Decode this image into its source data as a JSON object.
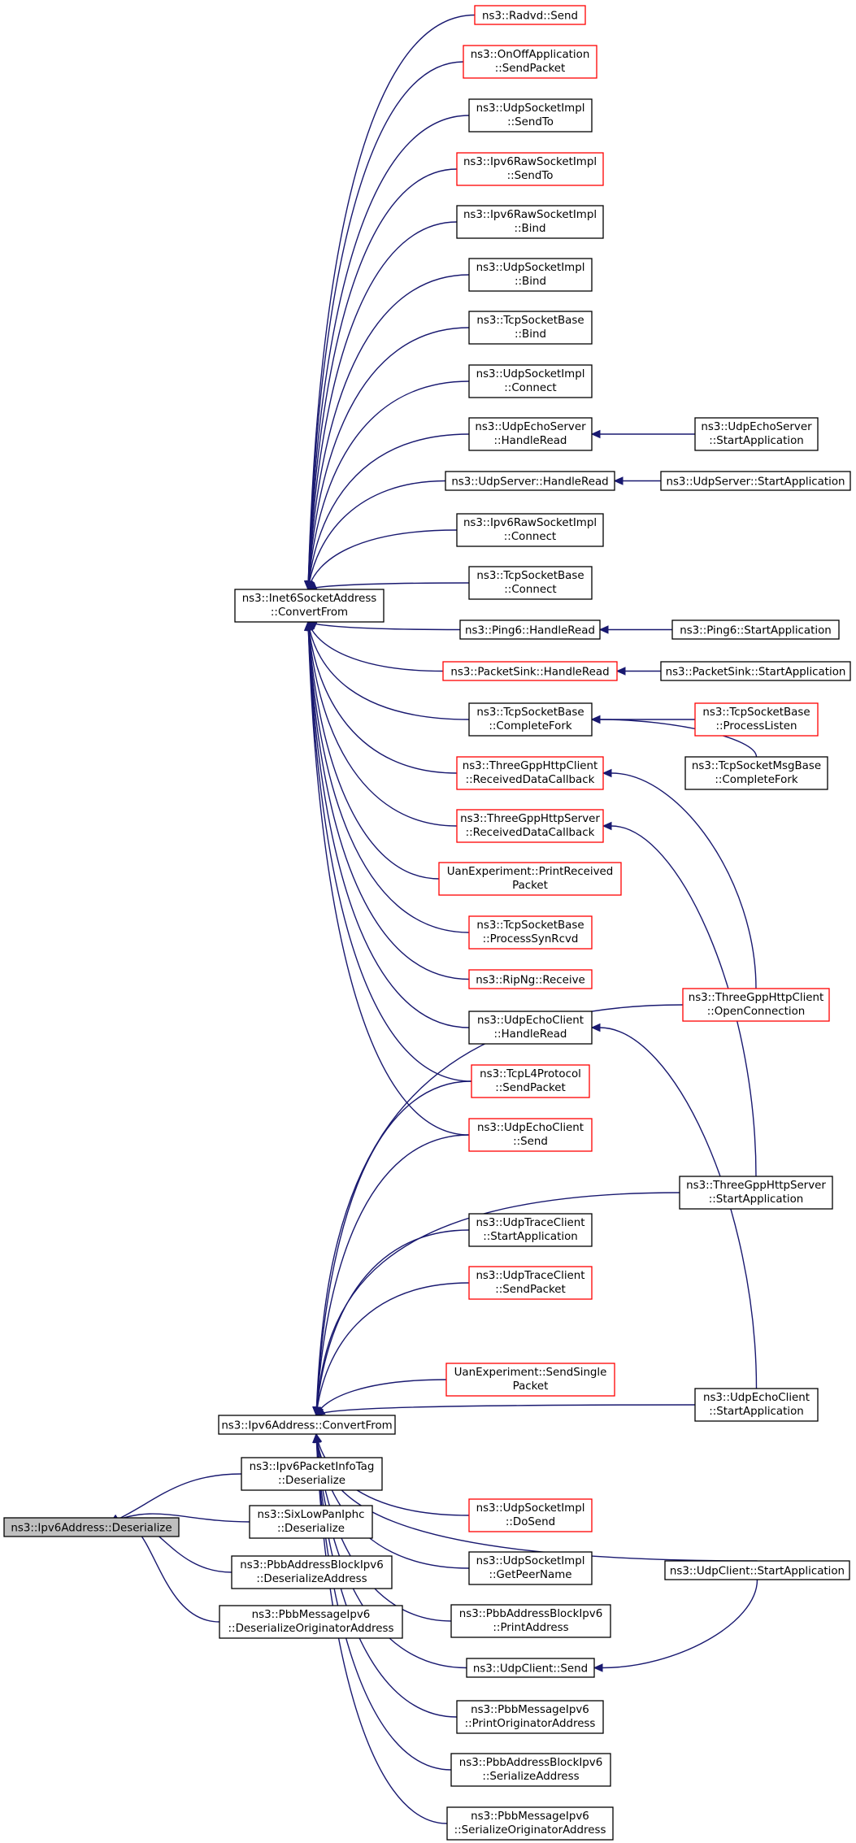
{
  "colors": {
    "edge": "#191970",
    "node_border_default": "#000000",
    "node_border_link": "#ff0000",
    "root_fill": "#bfbfbf",
    "node_fill": "#ffffff"
  },
  "graph": {
    "nodes": [
      {
        "id": "root",
        "lines": [
          "ns3::Ipv6Address::Deserialize"
        ],
        "style": "root"
      },
      {
        "id": "inet6",
        "lines": [
          "ns3::Inet6SocketAddress",
          "::ConvertFrom"
        ],
        "style": "black"
      },
      {
        "id": "ipv6cf",
        "lines": [
          "ns3::Ipv6Address::ConvertFrom"
        ],
        "style": "black"
      },
      {
        "id": "pktinfo",
        "lines": [
          "ns3::Ipv6PacketInfoTag",
          "::Deserialize"
        ],
        "style": "black"
      },
      {
        "id": "sixlow",
        "lines": [
          "ns3::SixLowPanIphc",
          "::Deserialize"
        ],
        "style": "black"
      },
      {
        "id": "pbbblockdes",
        "lines": [
          "ns3::PbbAddressBlockIpv6",
          "::DeserializeAddress"
        ],
        "style": "black"
      },
      {
        "id": "pbbmsgdes",
        "lines": [
          "ns3::PbbMessageIpv6",
          "::DeserializeOriginatorAddress"
        ],
        "style": "black"
      },
      {
        "id": "radvd",
        "lines": [
          "ns3::Radvd::Send"
        ],
        "style": "red"
      },
      {
        "id": "onoff",
        "lines": [
          "ns3::OnOffApplication",
          "::SendPacket"
        ],
        "style": "red"
      },
      {
        "id": "udpsendto",
        "lines": [
          "ns3::UdpSocketImpl",
          "::SendTo"
        ],
        "style": "black"
      },
      {
        "id": "rawsendto",
        "lines": [
          "ns3::Ipv6RawSocketImpl",
          "::SendTo"
        ],
        "style": "red"
      },
      {
        "id": "rawbind",
        "lines": [
          "ns3::Ipv6RawSocketImpl",
          "::Bind"
        ],
        "style": "black"
      },
      {
        "id": "udpbind",
        "lines": [
          "ns3::UdpSocketImpl",
          "::Bind"
        ],
        "style": "black"
      },
      {
        "id": "tcpbind",
        "lines": [
          "ns3::TcpSocketBase",
          "::Bind"
        ],
        "style": "black"
      },
      {
        "id": "udpconnect",
        "lines": [
          "ns3::UdpSocketImpl",
          "::Connect"
        ],
        "style": "black"
      },
      {
        "id": "echoserverhr",
        "lines": [
          "ns3::UdpEchoServer",
          "::HandleRead"
        ],
        "style": "black"
      },
      {
        "id": "udpserverhr",
        "lines": [
          "ns3::UdpServer::HandleRead"
        ],
        "style": "black"
      },
      {
        "id": "rawconnect",
        "lines": [
          "ns3::Ipv6RawSocketImpl",
          "::Connect"
        ],
        "style": "black"
      },
      {
        "id": "tcpconnect",
        "lines": [
          "ns3::TcpSocketBase",
          "::Connect"
        ],
        "style": "black"
      },
      {
        "id": "ping6hr",
        "lines": [
          "ns3::Ping6::HandleRead"
        ],
        "style": "black"
      },
      {
        "id": "sinkhr",
        "lines": [
          "ns3::PacketSink::HandleRead"
        ],
        "style": "red"
      },
      {
        "id": "tcpfork",
        "lines": [
          "ns3::TcpSocketBase",
          "::CompleteFork"
        ],
        "style": "black"
      },
      {
        "id": "httpclientrdc",
        "lines": [
          "ns3::ThreeGppHttpClient",
          "::ReceivedDataCallback"
        ],
        "style": "red"
      },
      {
        "id": "httpserverrdc",
        "lines": [
          "ns3::ThreeGppHttpServer",
          "::ReceivedDataCallback"
        ],
        "style": "red"
      },
      {
        "id": "uanprint",
        "lines": [
          "UanExperiment::PrintReceived",
          "Packet"
        ],
        "style": "red"
      },
      {
        "id": "tcpsynrcvd",
        "lines": [
          "ns3::TcpSocketBase",
          "::ProcessSynRcvd"
        ],
        "style": "red"
      },
      {
        "id": "ripng",
        "lines": [
          "ns3::RipNg::Receive"
        ],
        "style": "red"
      },
      {
        "id": "echoclienthr",
        "lines": [
          "ns3::UdpEchoClient",
          "::HandleRead"
        ],
        "style": "black"
      },
      {
        "id": "tcpl4",
        "lines": [
          "ns3::TcpL4Protocol",
          "::SendPacket"
        ],
        "style": "red"
      },
      {
        "id": "echoclientsend",
        "lines": [
          "ns3::UdpEchoClient",
          "::Send"
        ],
        "style": "red"
      },
      {
        "id": "tracestart",
        "lines": [
          "ns3::UdpTraceClient",
          "::StartApplication"
        ],
        "style": "black"
      },
      {
        "id": "tracesend",
        "lines": [
          "ns3::UdpTraceClient",
          "::SendPacket"
        ],
        "style": "red"
      },
      {
        "id": "uansend",
        "lines": [
          "UanExperiment::SendSingle",
          "Packet"
        ],
        "style": "red"
      },
      {
        "id": "dosend",
        "lines": [
          "ns3::UdpSocketImpl",
          "::DoSend"
        ],
        "style": "red"
      },
      {
        "id": "getpeer",
        "lines": [
          "ns3::UdpSocketImpl",
          "::GetPeerName"
        ],
        "style": "black"
      },
      {
        "id": "pbbprint",
        "lines": [
          "ns3::PbbAddressBlockIpv6",
          "::PrintAddress"
        ],
        "style": "black"
      },
      {
        "id": "udpclientsend",
        "lines": [
          "ns3::UdpClient::Send"
        ],
        "style": "black"
      },
      {
        "id": "pbbmsgprint",
        "lines": [
          "ns3::PbbMessageIpv6",
          "::PrintOriginatorAddress"
        ],
        "style": "black"
      },
      {
        "id": "pbbser",
        "lines": [
          "ns3::PbbAddressBlockIpv6",
          "::SerializeAddress"
        ],
        "style": "black"
      },
      {
        "id": "pbbmsgser",
        "lines": [
          "ns3::PbbMessageIpv6",
          "::SerializeOriginatorAddress"
        ],
        "style": "black"
      },
      {
        "id": "radvdnone",
        "lines": [],
        "style": "none"
      },
      {
        "id": "echoserverstart",
        "lines": [
          "ns3::UdpEchoServer",
          "::StartApplication"
        ],
        "style": "black"
      },
      {
        "id": "udpserverstart",
        "lines": [
          "ns3::UdpServer::StartApplication"
        ],
        "style": "black"
      },
      {
        "id": "ping6start",
        "lines": [
          "ns3::Ping6::StartApplication"
        ],
        "style": "black"
      },
      {
        "id": "sinkstart",
        "lines": [
          "ns3::PacketSink::StartApplication"
        ],
        "style": "black"
      },
      {
        "id": "tcplisten",
        "lines": [
          "ns3::TcpSocketBase",
          "::ProcessListen"
        ],
        "style": "red"
      },
      {
        "id": "msgfork",
        "lines": [
          "ns3::TcpSocketMsgBase",
          "::CompleteFork"
        ],
        "style": "black"
      },
      {
        "id": "httpopen",
        "lines": [
          "ns3::ThreeGppHttpClient",
          "::OpenConnection"
        ],
        "style": "red"
      },
      {
        "id": "httpserverstart",
        "lines": [
          "ns3::ThreeGppHttpServer",
          "::StartApplication"
        ],
        "style": "black"
      },
      {
        "id": "echoclientstart",
        "lines": [
          "ns3::UdpEchoClient",
          "::StartApplication"
        ],
        "style": "black"
      },
      {
        "id": "udpclientstart",
        "lines": [
          "ns3::UdpClient::StartApplication"
        ],
        "style": "black"
      }
    ]
  }
}
